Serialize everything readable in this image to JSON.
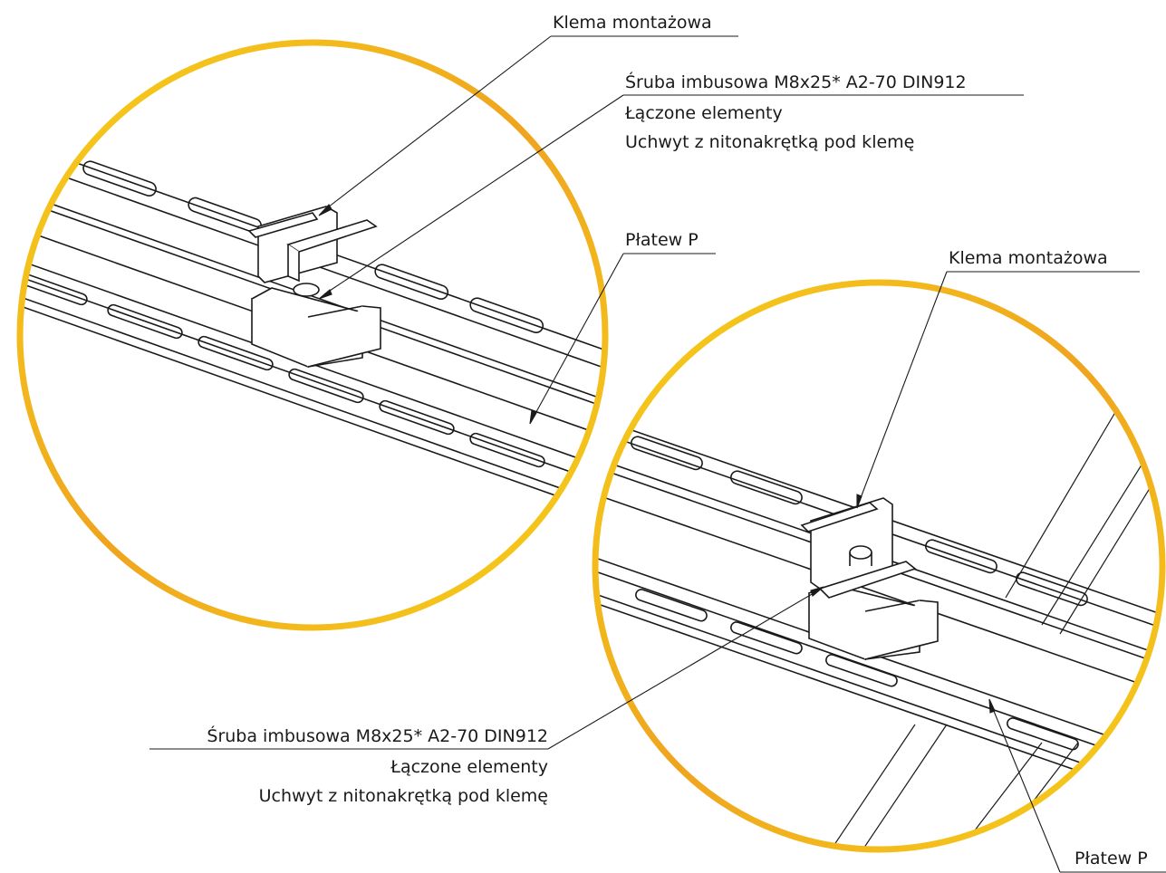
{
  "accent_colors": {
    "ring_outer": "#f0a020",
    "ring_inner": "#f7d21a",
    "line": "#1a1a1a"
  },
  "detail_top_left": {
    "clamp_label": "Klema montażowa",
    "bolt_label": "Śruba imbusowa M8x25* A2-70 DIN912",
    "joined_label": "Łączone elementy",
    "holder_label": "Uchwyt z nitonakrętką pod klemę",
    "purlin_label": "Płatew P"
  },
  "detail_bottom_right": {
    "clamp_label": "Klema montażowa",
    "bolt_label": "Śruba imbusowa M8x25* A2-70 DIN912",
    "joined_label": "Łączone elementy",
    "holder_label": "Uchwyt z nitonakrętką pod klemę",
    "purlin_label": "Płatew P"
  }
}
